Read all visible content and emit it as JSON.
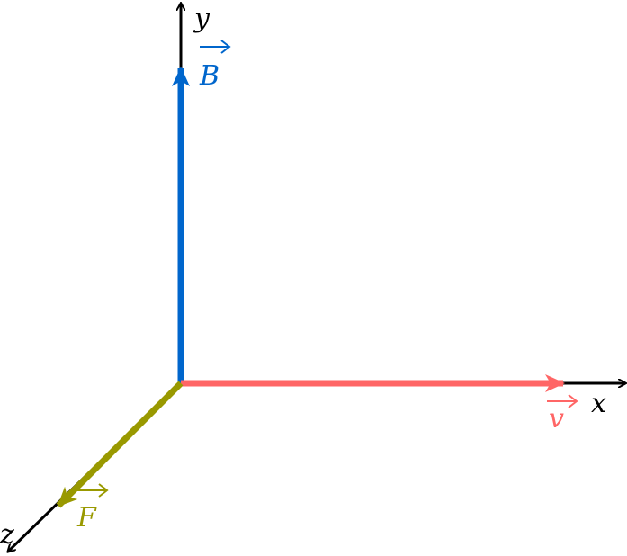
{
  "axes": {
    "x": "x",
    "y": "y",
    "z": "z"
  },
  "vectors": [
    {
      "name": "B",
      "label": "B",
      "color": "#0066CC",
      "axis": "y"
    },
    {
      "name": "v",
      "label": "v",
      "color": "#FF6666",
      "axis": "x"
    },
    {
      "name": "F",
      "label": "F",
      "color": "#999900",
      "axis": "z"
    }
  ],
  "axis_color": "#000000"
}
